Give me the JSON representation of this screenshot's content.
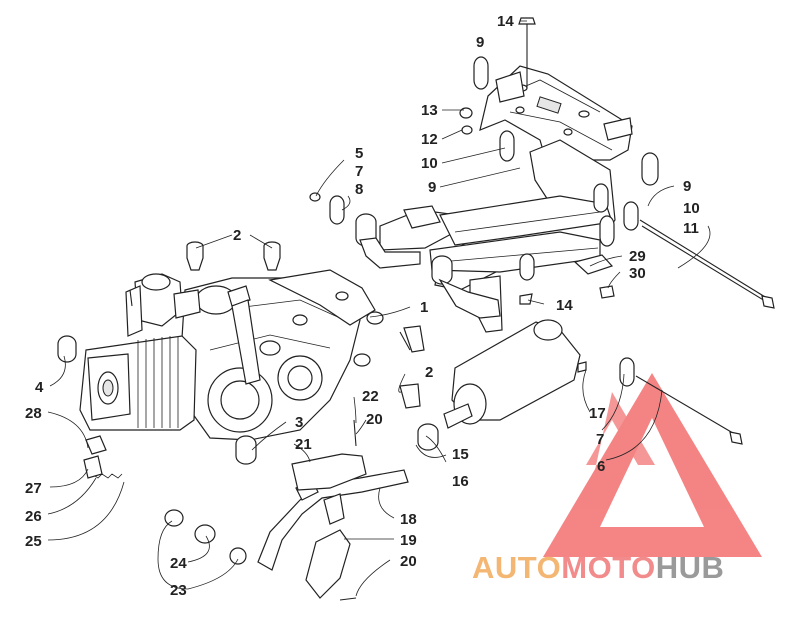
{
  "labels": [
    {
      "id": "l14a",
      "text": "14"
    },
    {
      "id": "l9a",
      "text": "9"
    },
    {
      "id": "l13",
      "text": "13"
    },
    {
      "id": "l12",
      "text": "12"
    },
    {
      "id": "l10a",
      "text": "10"
    },
    {
      "id": "l9b",
      "text": "9"
    },
    {
      "id": "l5",
      "text": "5"
    },
    {
      "id": "l7a",
      "text": "7"
    },
    {
      "id": "l8",
      "text": "8"
    },
    {
      "id": "l9c",
      "text": "9"
    },
    {
      "id": "l10b",
      "text": "10"
    },
    {
      "id": "l11",
      "text": "11"
    },
    {
      "id": "l2a",
      "text": "2"
    },
    {
      "id": "l29",
      "text": "29"
    },
    {
      "id": "l30",
      "text": "30"
    },
    {
      "id": "l14b",
      "text": "14"
    },
    {
      "id": "l1",
      "text": "1"
    },
    {
      "id": "l2b",
      "text": "2"
    },
    {
      "id": "l4",
      "text": "4"
    },
    {
      "id": "l22",
      "text": "22"
    },
    {
      "id": "l28",
      "text": "28"
    },
    {
      "id": "l3",
      "text": "3"
    },
    {
      "id": "l20a",
      "text": "20"
    },
    {
      "id": "l17",
      "text": "17"
    },
    {
      "id": "l7b",
      "text": "7"
    },
    {
      "id": "l6",
      "text": "6"
    },
    {
      "id": "l21",
      "text": "21"
    },
    {
      "id": "l15",
      "text": "15"
    },
    {
      "id": "l16",
      "text": "16"
    },
    {
      "id": "l27",
      "text": "27"
    },
    {
      "id": "l26",
      "text": "26"
    },
    {
      "id": "l18",
      "text": "18"
    },
    {
      "id": "l25",
      "text": "25"
    },
    {
      "id": "l19",
      "text": "19"
    },
    {
      "id": "l24",
      "text": "24"
    },
    {
      "id": "l20b",
      "text": "20"
    },
    {
      "id": "l23",
      "text": "23"
    }
  ],
  "watermark": {
    "part1": "AUTO",
    "part2": "MOTO",
    "part3": "HUB",
    "color1": "#f4b673",
    "color2": "#f28b8b",
    "color3": "#9a9a9a",
    "logo_color": "#f15c5c"
  }
}
